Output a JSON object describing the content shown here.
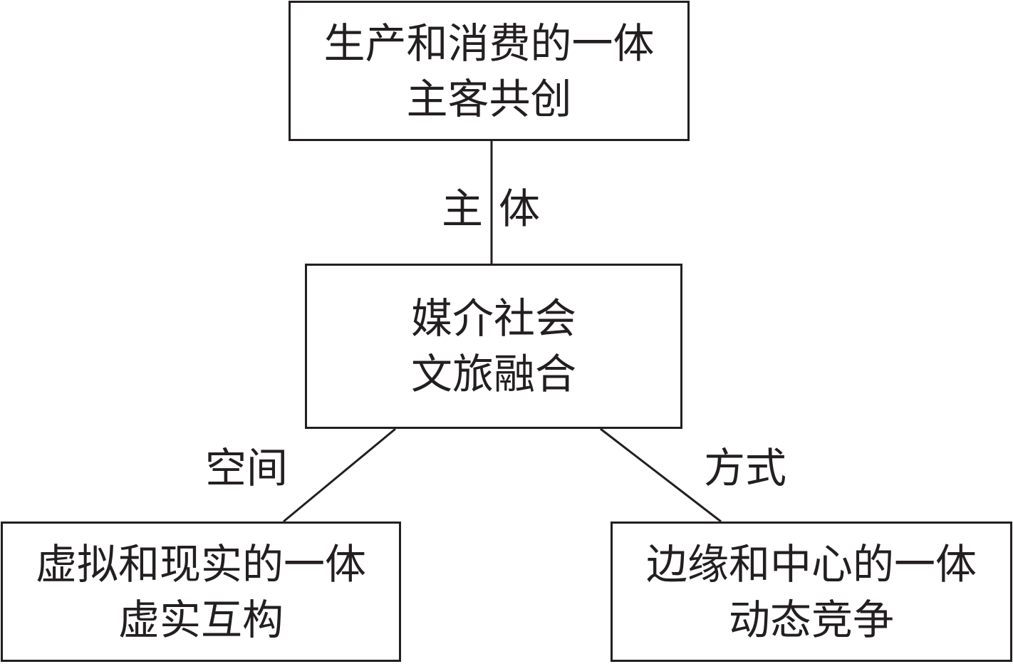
{
  "diagram": {
    "nodes": {
      "top": {
        "line1": "生产和消费的一体",
        "line2": "主客共创"
      },
      "center": {
        "line1": "媒介社会",
        "line2": "文旅融合"
      },
      "left": {
        "line1": "虚拟和现实的一体",
        "line2": "虚实互构"
      },
      "right": {
        "line1": "边缘和中心的一体",
        "line2": "动态竞争"
      }
    },
    "edges": {
      "subject": "主体",
      "space": "空间",
      "method": "方式"
    },
    "colors": {
      "stroke": "#231f20",
      "background": "#ffffff"
    }
  }
}
